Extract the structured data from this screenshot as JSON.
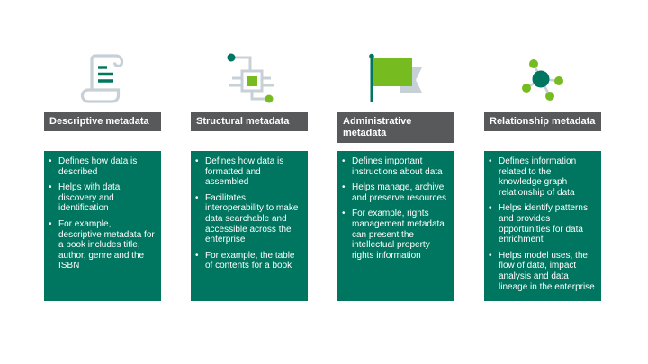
{
  "colors": {
    "panel_teal": "#00755f",
    "header_gray": "#58595b",
    "accent_green": "#76bc21",
    "accent_dark_teal": "#00755f",
    "icon_gray": "#c7d0d7",
    "text_white": "#ffffff",
    "background": "#ffffff"
  },
  "bullet_glyph": "•",
  "columns": [
    {
      "icon": "scroll-document-icon",
      "title": "Descriptive metadata",
      "bullets": [
        "Defines how data is described",
        "Helps with data discovery and identification",
        "For example, descriptive metadata for a book includes title, author, genre and the ISBN"
      ]
    },
    {
      "icon": "network-diagram-icon",
      "title": "Structural metadata",
      "bullets": [
        "Defines how data is formatted and assembled",
        "Facilitates interoperability to make data searchable and accessible across the enterprise",
        "For example, the table of contents for a book"
      ]
    },
    {
      "icon": "flag-icon",
      "title": "Administrative metadata",
      "bullets": [
        "Defines important instructions about data",
        "Helps manage, archive and preserve resources",
        "For example, rights management metadata can present the intellectual property rights information"
      ]
    },
    {
      "icon": "knowledge-graph-icon",
      "title": "Relationship metadata",
      "bullets": [
        "Defines information related to the knowledge graph relationship of data",
        "Helps identify patterns and provides opportunities for data enrichment",
        "Helps model uses, the flow of data, impact analysis and data lineage in the enterprise"
      ]
    }
  ]
}
